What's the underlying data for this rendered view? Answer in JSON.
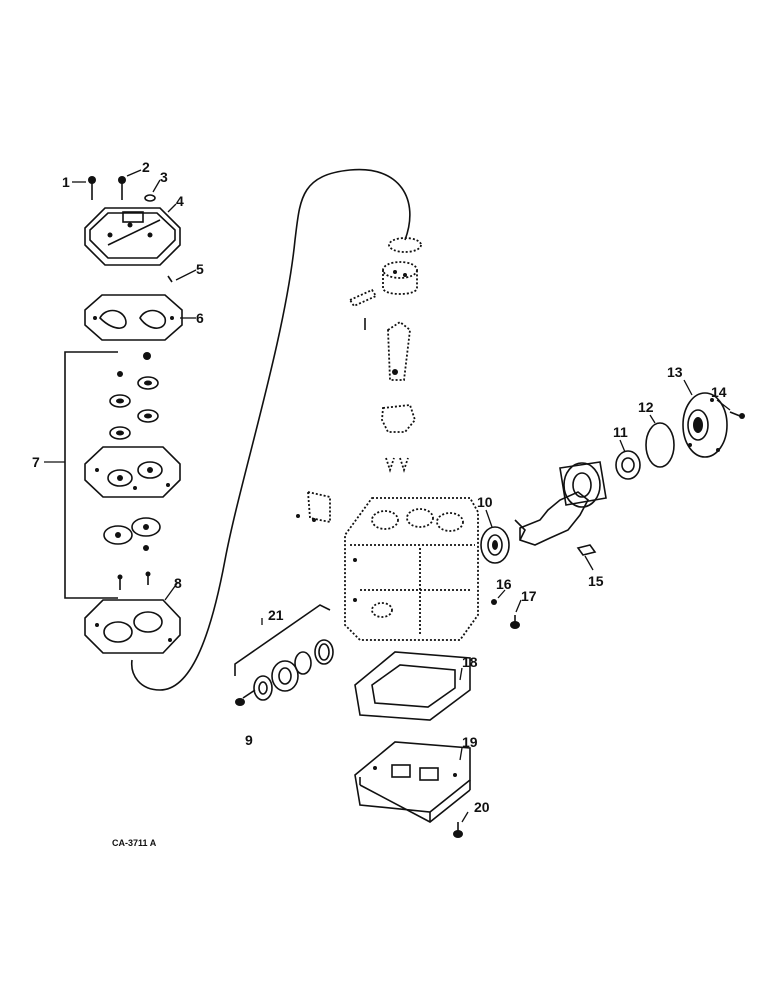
{
  "drawing_code": "CA-3711 A",
  "callouts": [
    {
      "id": "c1",
      "label": "1"
    },
    {
      "id": "c2",
      "label": "2"
    },
    {
      "id": "c3",
      "label": "3"
    },
    {
      "id": "c4",
      "label": "4"
    },
    {
      "id": "c5",
      "label": "5"
    },
    {
      "id": "c6",
      "label": "6"
    },
    {
      "id": "c7",
      "label": "7"
    },
    {
      "id": "c8",
      "label": "8"
    },
    {
      "id": "c9",
      "label": "9"
    },
    {
      "id": "c10",
      "label": "10"
    },
    {
      "id": "c11",
      "label": "11"
    },
    {
      "id": "c12",
      "label": "12"
    },
    {
      "id": "c13",
      "label": "13"
    },
    {
      "id": "c14",
      "label": "14"
    },
    {
      "id": "c15",
      "label": "15"
    },
    {
      "id": "c16",
      "label": "16"
    },
    {
      "id": "c17",
      "label": "17"
    },
    {
      "id": "c18",
      "label": "18"
    },
    {
      "id": "c19",
      "label": "19"
    },
    {
      "id": "c20",
      "label": "20"
    },
    {
      "id": "c21",
      "label": "21"
    }
  ]
}
